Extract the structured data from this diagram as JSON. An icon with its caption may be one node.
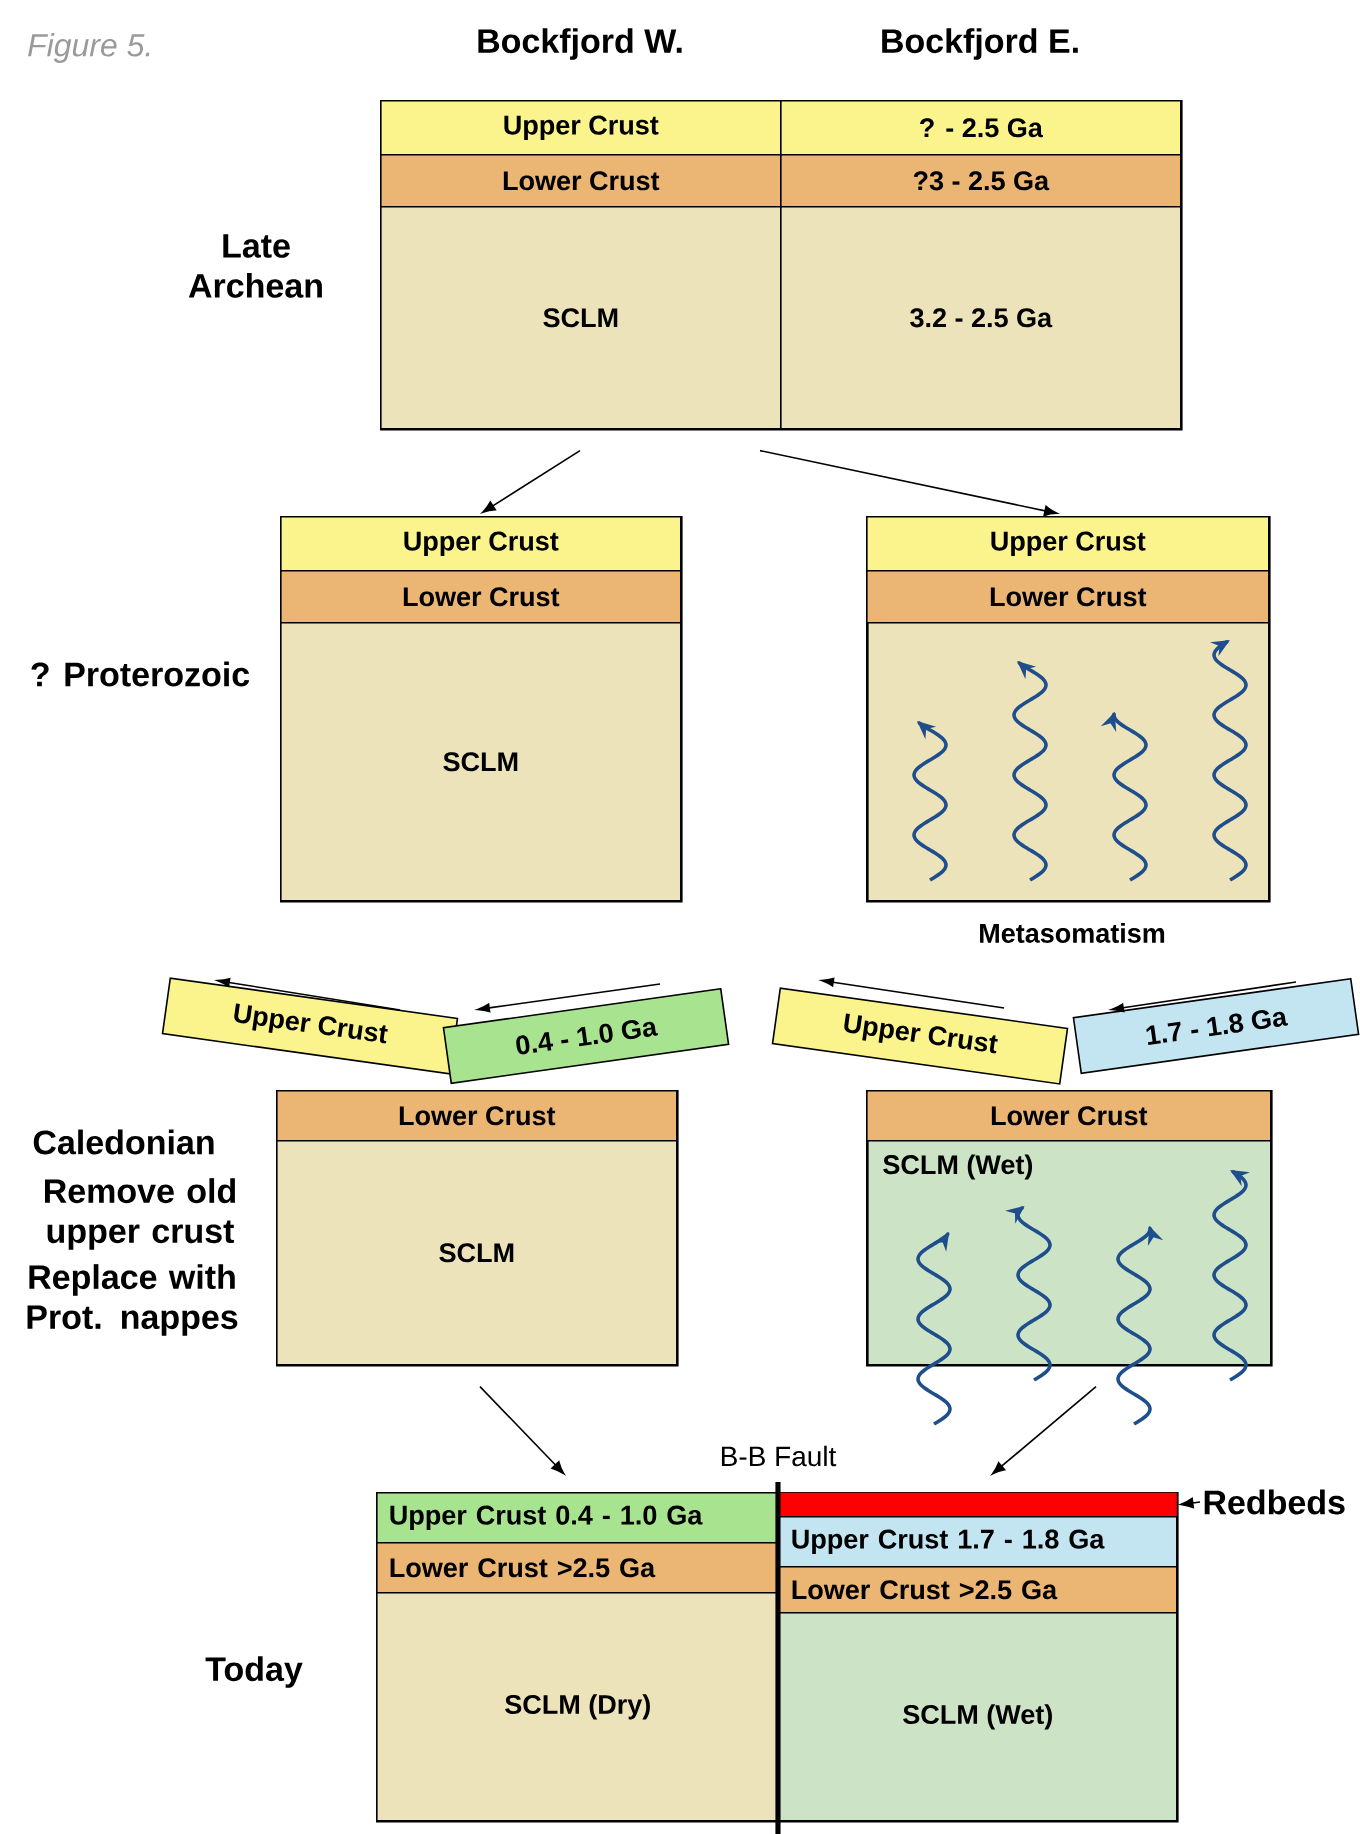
{
  "diagram": {
    "title": "Figure 5.",
    "nodes": [
      {
        "text": [],
        "shape": "box"
      },
      {
        "text": [
          "Upper Crust"
        ],
        "in": 0
      },
      {
        "text": [
          "? - 2.5 Ga"
        ],
        "in": 0
      },
      {
        "text": [
          "Lower Crust"
        ],
        "in": 0
      },
      {
        "text": [
          "?3 - 2.5 Ga"
        ],
        "in": 0
      },
      {
        "text": [
          "SCLM"
        ],
        "in": 0
      },
      {
        "text": [
          "3.2 - 2.5 Ga"
        ],
        "in": 0
      },
      {
        "text": [],
        "shape": "box"
      },
      {
        "text": [
          "Upper Crust"
        ],
        "in": 7
      },
      {
        "text": [
          "Lower Crust"
        ],
        "in": 7
      },
      {
        "text": [
          "SCLM"
        ],
        "in": 7
      },
      {
        "text": [],
        "shape": "box",
        "beside": [
          "Metasomatism"
        ]
      },
      {
        "text": [
          "Upper Crust"
        ],
        "in": 11
      },
      {
        "text": [
          "Lower Crust"
        ],
        "in": 11
      },
      {
        "text": [
          "Upper Crust"
        ]
      },
      {
        "text": [
          "0.4 - 1.0 Ga"
        ]
      },
      {
        "text": [],
        "shape": "box"
      },
      {
        "text": [
          "Lower Crust"
        ],
        "in": 16
      },
      {
        "text": [
          "SCLM"
        ],
        "in": 16
      },
      {
        "text": [
          "Upper Crust"
        ]
      },
      {
        "text": [
          "1.7 - 1.8 Ga"
        ]
      },
      {
        "text": [],
        "shape": "box"
      },
      {
        "text": [
          "Lower Crust"
        ],
        "in": 21
      },
      {
        "text": [
          "SCLM (Wet)"
        ],
        "in": 21
      },
      {
        "text": [],
        "shape": "box"
      },
      {
        "text": [
          "Upper Crust 0.4 - 1.0 Ga"
        ],
        "in": 24
      },
      {
        "text": [
          "Lower Crust >2.5 Ga"
        ],
        "in": 24
      },
      {
        "text": [
          "SCLM (Dry)"
        ],
        "in": 24
      },
      {
        "text": [],
        "shape": "bar",
        "in": 24
      },
      {
        "text": [
          "Upper Crust 1.7 - 1.8 Ga"
        ],
        "in": 24
      },
      {
        "text": [
          "Lower Crust >2.5 Ga"
        ],
        "in": 24
      },
      {
        "text": [
          "SCLM (Wet)"
        ],
        "in": 24
      },
      {
        "text": [
          "Redbeds"
        ]
      }
    ],
    "edges": [
      {
        "from": 0,
        "to": 7,
        "arrow": "to"
      },
      {
        "from": 0,
        "to": 11,
        "arrow": "to"
      },
      {
        "from": 16,
        "to": 24,
        "arrow": "to"
      },
      {
        "from": 21,
        "to": 24,
        "arrow": "to"
      },
      {
        "from": 32,
        "to": 28,
        "arrow": "to"
      }
    ],
    "labels": [
      "Bockfjord W.",
      "Bockfjord E.",
      "Late Archean",
      "? Proterozoic",
      "Caledonian",
      "Remove old upper crust",
      "Replace with Prot. nappes",
      "B-B Fault",
      "Today"
    ]
  }
}
